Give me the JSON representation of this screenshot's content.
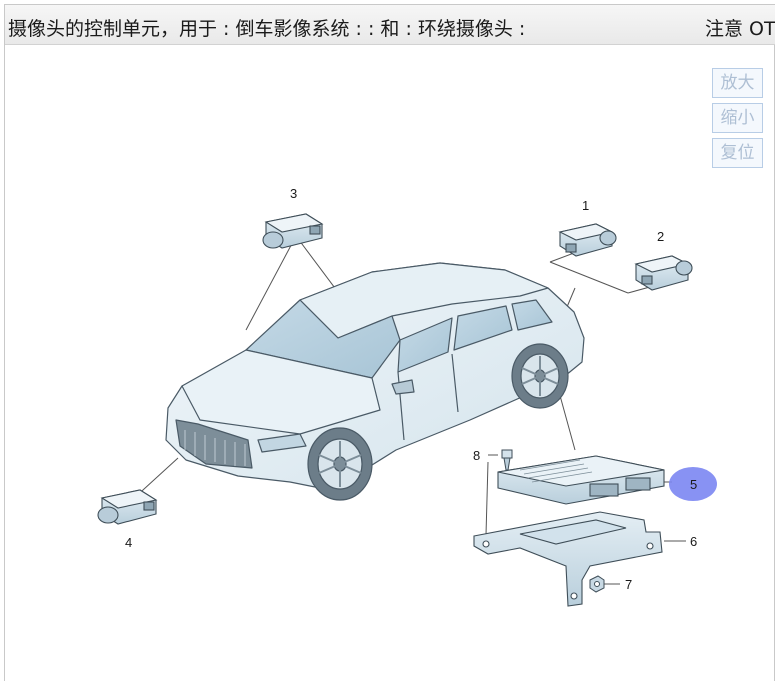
{
  "header": {
    "title": "摄像头的控制单元，用于 : 倒车影像系统 : : 和 : 环绕摄像头 :",
    "note": "注意 OT"
  },
  "zoom": {
    "zoom_in_label": "放大",
    "zoom_out_label": "缩小",
    "reset_label": "复位"
  },
  "callouts": {
    "c1": "1",
    "c2": "2",
    "c3": "3",
    "c4": "4",
    "c5": "5",
    "c6": "6",
    "c7": "7",
    "c8": "8"
  },
  "colors": {
    "highlight": "#7b86f2",
    "line": "#333333",
    "part_fill": "#cfe0ea"
  }
}
